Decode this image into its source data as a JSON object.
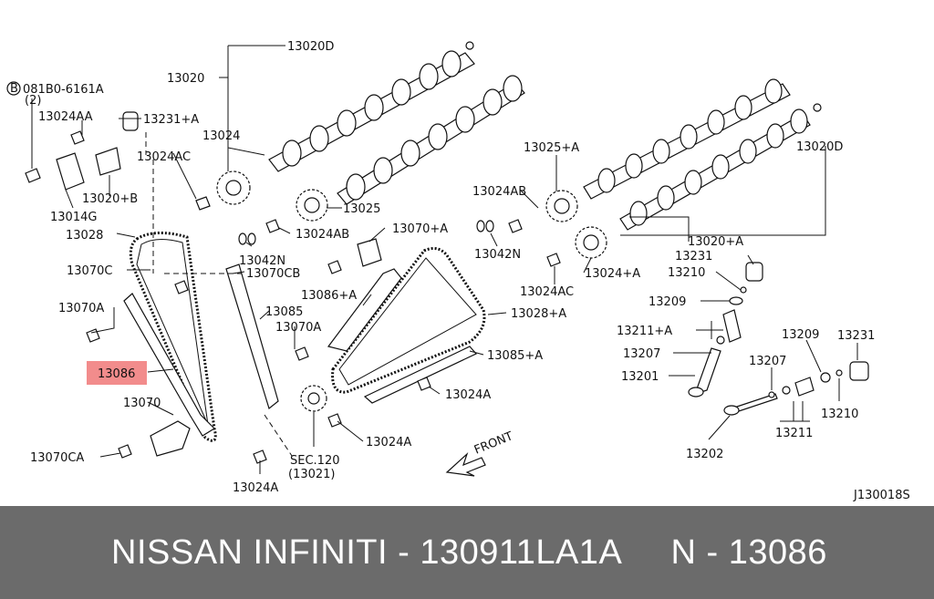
{
  "diagram": {
    "labels": {
      "l1": "13020D",
      "l2": "13020",
      "l3": "081B0-6161A",
      "l3b": "(2)",
      "l4": "13024AA",
      "l5": "13231+A",
      "l6": "13024",
      "l7": "13024AC",
      "l8": "13020+B",
      "l9": "13014G",
      "l10": "13025",
      "l11": "13028",
      "l12": "13024AB",
      "l13": "13070+A",
      "l14": "13042N",
      "l15": "13070C",
      "l16": "13070CB",
      "l17": "13085",
      "l18": "13086+A",
      "l19": "13070A",
      "l20": "13070A",
      "l21": "13086",
      "l22": "13070",
      "l23": "13070CA",
      "l24": "13024A",
      "l25": "SEC.120",
      "l26": "(13021)",
      "l27": "13024A",
      "l28": "13024A",
      "l29": "13085+A",
      "l30": "13028+A",
      "l31": "13025+A",
      "l32": "13024AB",
      "l33": "13042N",
      "l34": "13024AC",
      "l35": "13024+A",
      "l36": "13020+A",
      "l37": "13020D",
      "l38": "13231",
      "l39": "13210",
      "l40": "13209",
      "l41": "13211+A",
      "l42": "13207",
      "l43": "13201",
      "l44": "13207",
      "l45": "13209",
      "l46": "13231",
      "l47": "13210",
      "l48": "13211",
      "l49": "13202",
      "front": "FRONT",
      "code": "J130018S",
      "circle_b": "B"
    },
    "highlight_color": "#f28c8c"
  },
  "footer": {
    "title": "NISSAN INFINITI - 130911LA1A     N - 13086"
  }
}
